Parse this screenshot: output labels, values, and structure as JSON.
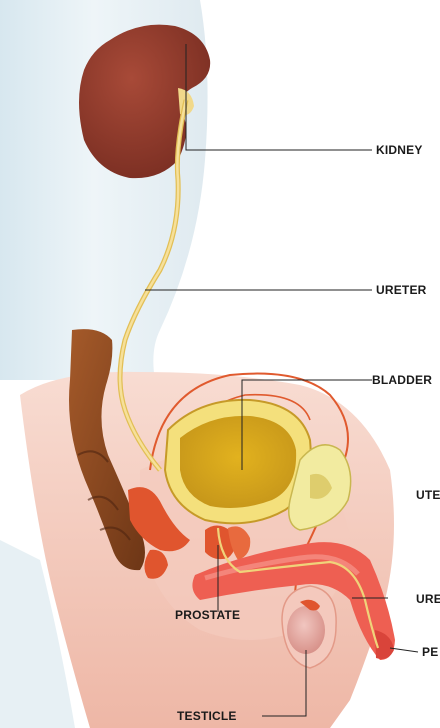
{
  "labels": {
    "kidney": "KIDNEY",
    "ureter": "URETER",
    "bladder": "BLADDER",
    "uterus_partial": "UTE",
    "urethra_partial": "URE",
    "penis_partial": "PE",
    "prostate": "PROSTATE",
    "testicle": "TESTICLE"
  },
  "colors": {
    "kidney": "#8e3a2c",
    "ureter": "#f0d37a",
    "bladder": "#d8a81f",
    "rectum": "#8a4a22",
    "prostate": "#e0552e",
    "penis": "#ee5f52",
    "pelvic_tissue": "#f2c1b2",
    "testicle": "#e4a8a0",
    "leader_line": "#222222"
  }
}
